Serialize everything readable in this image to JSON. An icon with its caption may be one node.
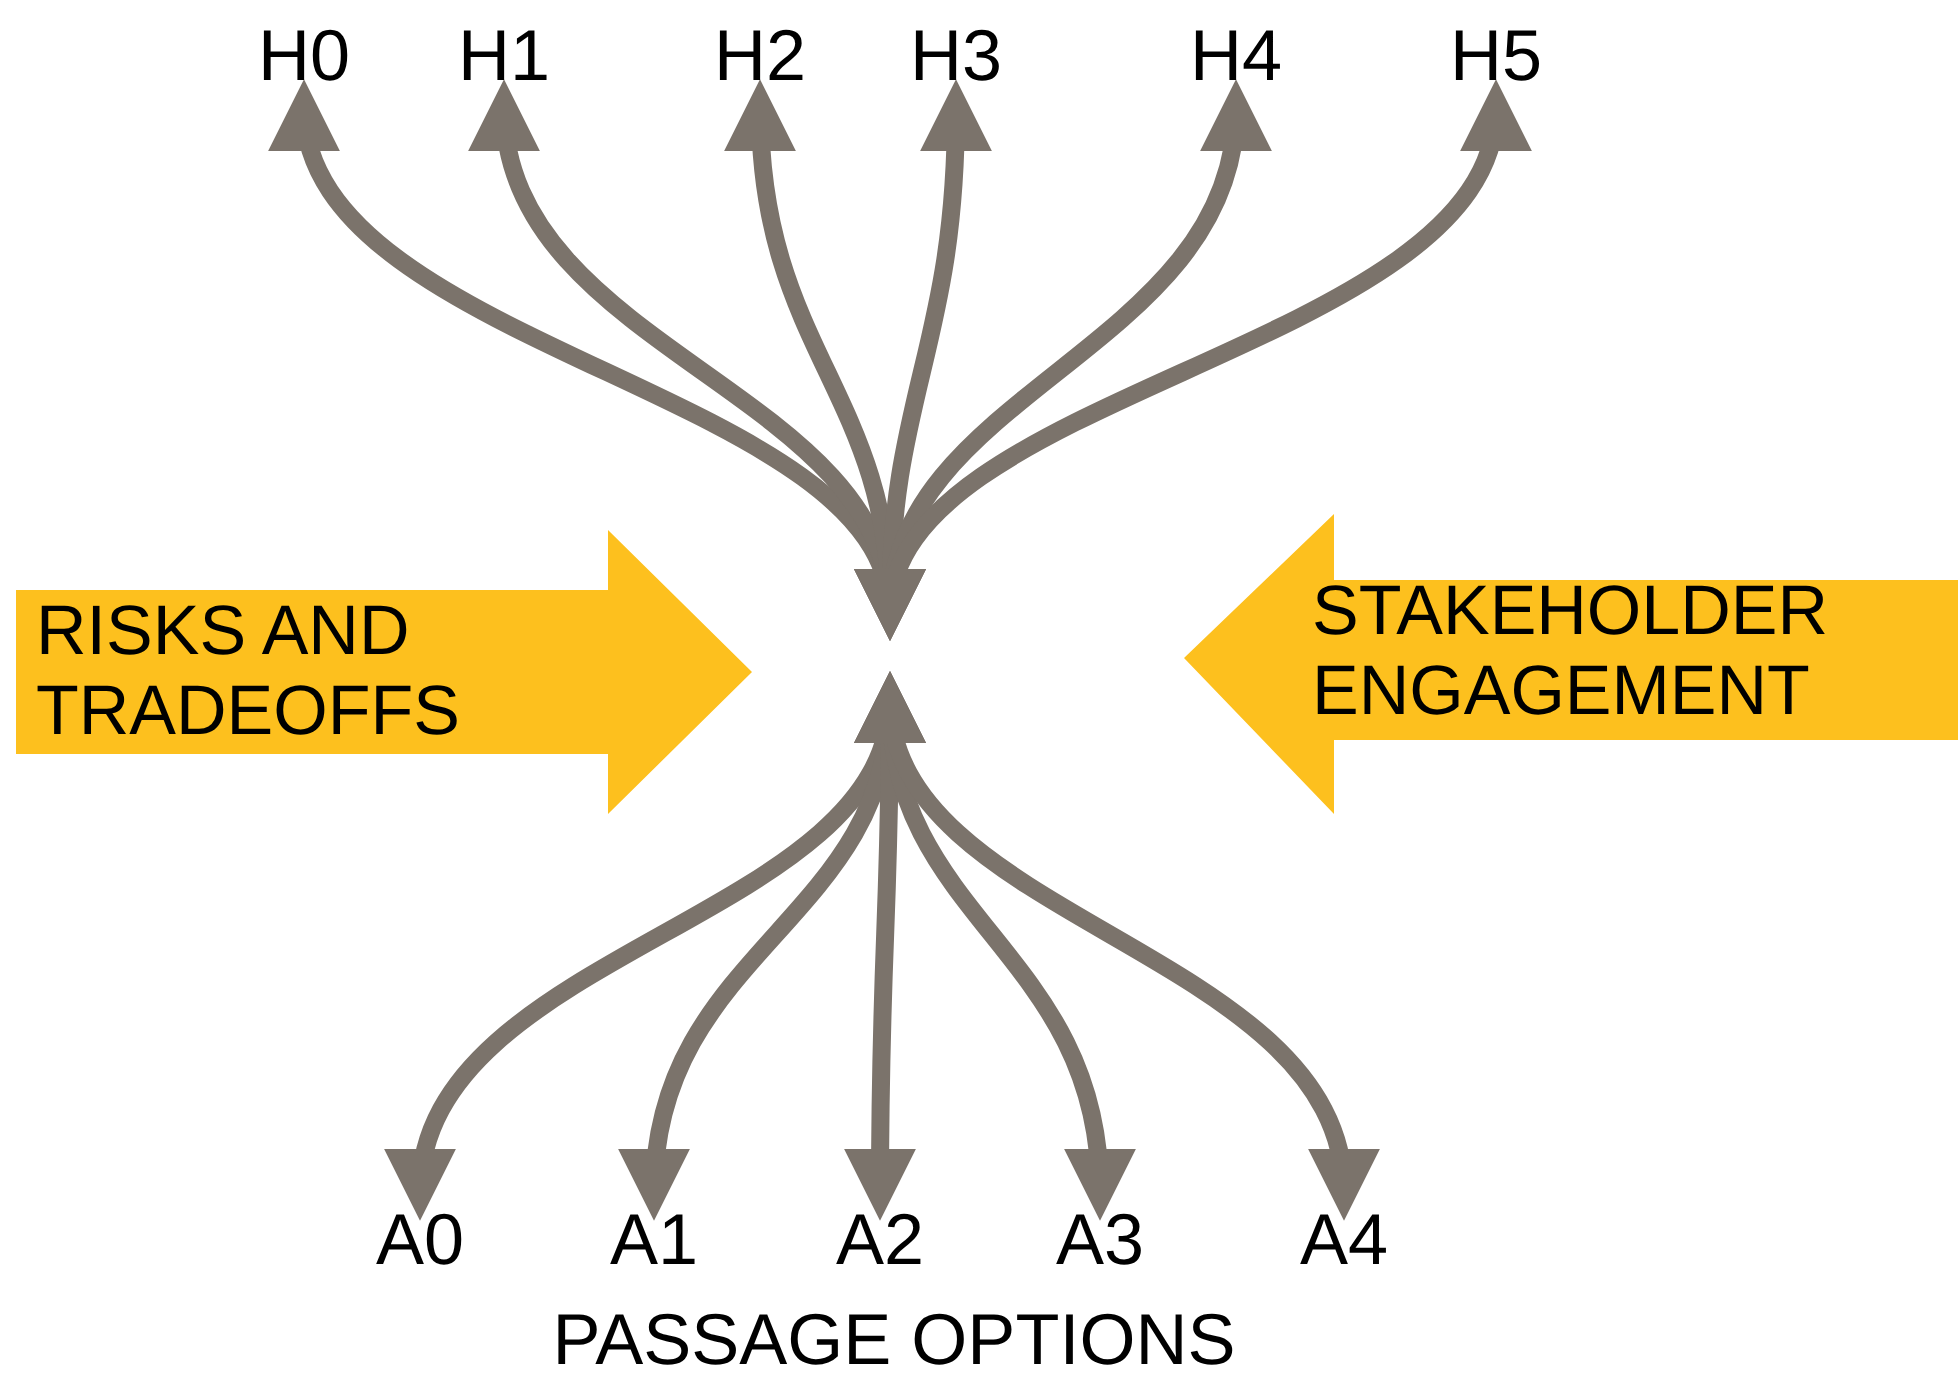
{
  "diagram": {
    "nodes": [
      {
        "text": [
          "H0"
        ]
      },
      {
        "text": [
          "H1"
        ]
      },
      {
        "text": [
          "H2"
        ]
      },
      {
        "text": [
          "H3"
        ]
      },
      {
        "text": [
          "H4"
        ]
      },
      {
        "text": [
          "H5"
        ]
      },
      {
        "text": [
          "RISKS AND TRADEOFFS"
        ]
      },
      {
        "text": [
          "STAKEHOLDER ENGAGEMENT"
        ]
      },
      {
        "text": [
          "A0"
        ]
      },
      {
        "text": [
          "A1"
        ]
      },
      {
        "text": [
          "A2"
        ]
      },
      {
        "text": [
          "A3"
        ]
      },
      {
        "text": [
          "A4"
        ]
      }
    ],
    "edges": [
      {
        "from": null,
        "to": 0,
        "arrow": "both"
      },
      {
        "from": null,
        "to": 1,
        "arrow": "both"
      },
      {
        "from": null,
        "to": 2,
        "arrow": "both"
      },
      {
        "from": null,
        "to": 3,
        "arrow": "both"
      },
      {
        "from": null,
        "to": 4,
        "arrow": "both"
      },
      {
        "from": null,
        "to": 5,
        "arrow": "both"
      },
      {
        "from": null,
        "to": 8,
        "arrow": "both"
      },
      {
        "from": null,
        "to": 9,
        "arrow": "both"
      },
      {
        "from": null,
        "to": 10,
        "arrow": "both"
      },
      {
        "from": null,
        "to": 11,
        "arrow": "both"
      },
      {
        "from": null,
        "to": 12,
        "arrow": "both"
      }
    ],
    "labels": [
      "PASSAGE OPTIONS"
    ]
  }
}
